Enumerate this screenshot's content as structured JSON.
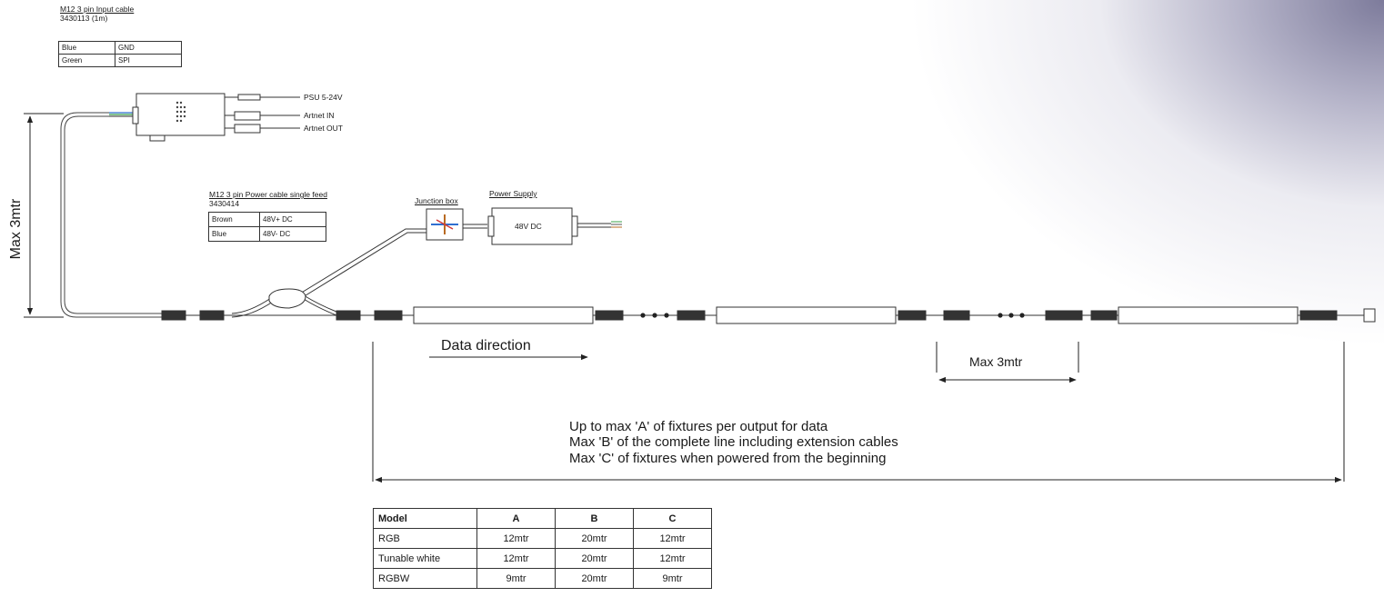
{
  "input_cable": {
    "title": "M12 3 pin Input cable",
    "part": "3430113 (1m)",
    "rows": [
      {
        "color": "Blue",
        "signal": "GND"
      },
      {
        "color": "Green",
        "signal": "SPI"
      }
    ]
  },
  "controller_ports": [
    "PSU 5-24V",
    "Artnet IN",
    "Artnet OUT"
  ],
  "power_cable": {
    "title": "M12 3 pin Power cable single feed",
    "part": "3430414",
    "rows": [
      {
        "color": "Brown",
        "signal": "48V+ DC"
      },
      {
        "color": "Blue",
        "signal": "48V- DC"
      }
    ]
  },
  "junction_box_label": "Junction box",
  "power_supply_label": "Power Supply",
  "power_supply_voltage": "48V DC",
  "max_left_label": "Max 3mtr",
  "max_segment_label": "Max 3mtr",
  "data_direction_label": "Data direction",
  "notes": [
    "Up to max 'A' of fixtures per output for data",
    "Max 'B' of the complete line including extension cables",
    "Max 'C' of fixtures when powered from the beginning"
  ],
  "model_table": {
    "headers": [
      "Model",
      "A",
      "B",
      "C"
    ],
    "rows": [
      [
        "RGB",
        "12mtr",
        "20mtr",
        "12mtr"
      ],
      [
        "Tunable white",
        "12mtr",
        "20mtr",
        "12mtr"
      ],
      [
        "RGBW",
        "9mtr",
        "20mtr",
        "9mtr"
      ]
    ]
  },
  "colors": {
    "line": "#333333",
    "background_glow": "#76749a"
  }
}
